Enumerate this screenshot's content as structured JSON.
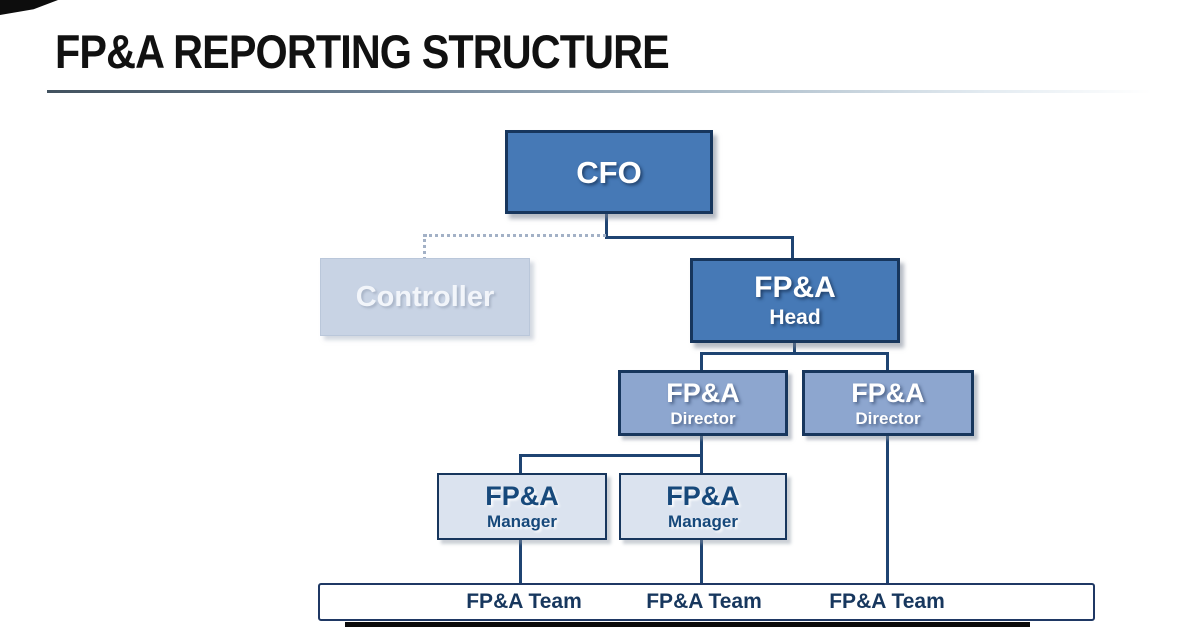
{
  "header": {
    "title": "FP&A REPORTING STRUCTURE"
  },
  "org": {
    "cfo": {
      "label": "CFO"
    },
    "controller": {
      "label": "Controller"
    },
    "fpa_head": {
      "line1": "FP&A",
      "line2": "Head"
    },
    "fpa_director_left": {
      "line1": "FP&A",
      "line2": "Director"
    },
    "fpa_director_right": {
      "line1": "FP&A",
      "line2": "Director"
    },
    "fpa_manager_left": {
      "line1": "FP&A",
      "line2": "Manager"
    },
    "fpa_manager_right": {
      "line1": "FP&A",
      "line2": "Manager"
    },
    "teams": [
      "FP&A Team",
      "FP&A Team",
      "FP&A Team"
    ]
  },
  "colors": {
    "primary_box_blue": "#4679b6",
    "director_box_blue": "#8da6cf",
    "manager_box_blue": "#dbe3ef",
    "controller_box_blue": "#c8d3e4",
    "border_navy": "#17365d",
    "connector_navy": "#1f4472",
    "dotted_line_gray": "#a3b1c6",
    "navy_text": "#17497b",
    "title_black": "#111111"
  }
}
